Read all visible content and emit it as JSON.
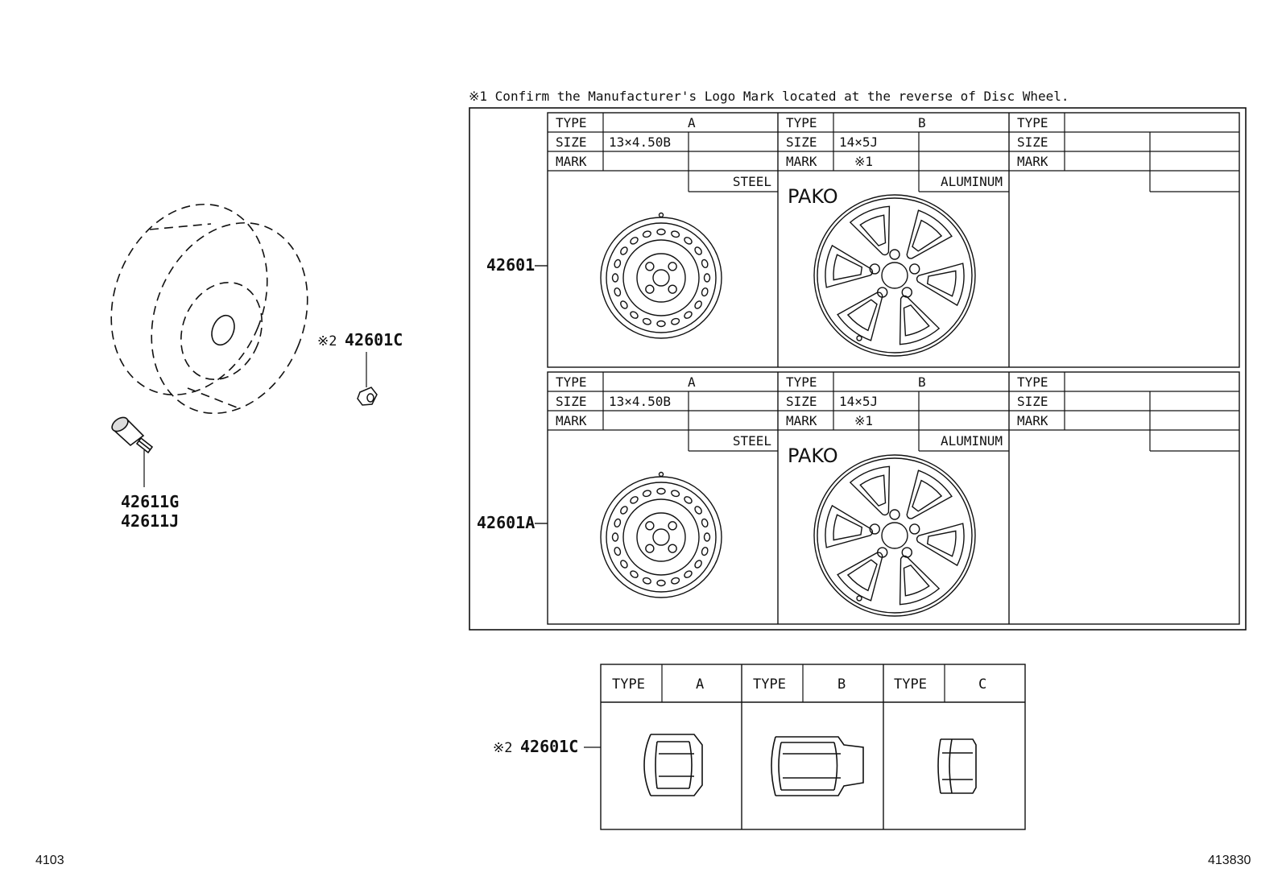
{
  "note": "※1  Confirm the Manufacturer's Logo Mark located at the reverse of Disc Wheel.",
  "callouts": {
    "hub_nut": {
      "mark": "※2",
      "part": "42601C"
    },
    "valve_1": "42611G",
    "valve_2": "42611J",
    "nut_row": {
      "mark": "※2",
      "part": "42601C"
    }
  },
  "wheel_rows": [
    {
      "part": "42601"
    },
    {
      "part": "42601A"
    }
  ],
  "table_labels": {
    "type": "TYPE",
    "size": "SIZE",
    "mark": "MARK"
  },
  "wheel_types": [
    {
      "type": "A",
      "size": "13×4.50B",
      "mark": "",
      "material": "STEEL",
      "brand": ""
    },
    {
      "type": "B",
      "size": "14×5J",
      "mark": "※1",
      "material": "ALUMINUM",
      "brand": "PAKO"
    },
    {
      "type": "",
      "size": "",
      "mark": "",
      "material": "",
      "brand": ""
    }
  ],
  "nut_types": [
    {
      "label": "TYPE",
      "value": "A"
    },
    {
      "label": "TYPE",
      "value": "B"
    },
    {
      "label": "TYPE",
      "value": "C"
    }
  ],
  "footer": {
    "left": "4103",
    "right": "413830"
  }
}
